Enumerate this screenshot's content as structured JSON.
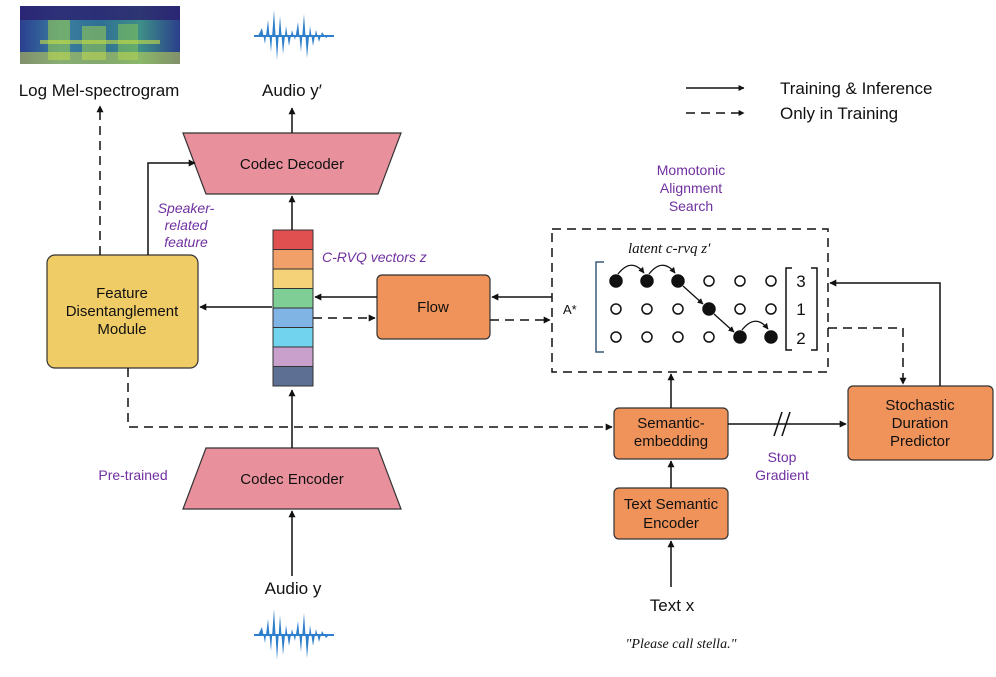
{
  "labels": {
    "log_mel": "Log Mel-spectrogram",
    "audio_out": "Audio  y′",
    "audio_in": "Audio  y",
    "text_x": "Text x",
    "sample_text": "\"Please call stella.\"",
    "pretrained": "Pre-trained",
    "speaker_feature": [
      "Speaker-",
      "related",
      "feature"
    ],
    "crvq_vectors": "C-RVQ vectors z",
    "mas_title": [
      "Momotonic",
      "Alignment",
      "Search"
    ],
    "latent_z": "latent  c-rvq z′",
    "a_star": "A*",
    "stop_gradient": [
      "Stop",
      "Gradient"
    ]
  },
  "boxes": {
    "codec_decoder": "Codec Decoder",
    "codec_encoder": "Codec Encoder",
    "feature_module": [
      "Feature",
      "Disentanglement",
      "Module"
    ],
    "flow": "Flow",
    "semantic_embedding": [
      "Semantic-",
      "embedding"
    ],
    "text_semantic_encoder": [
      "Text Semantic",
      "Encoder"
    ],
    "duration_predictor": [
      "Stochastic",
      "Duration",
      "Predictor"
    ]
  },
  "legend": {
    "solid": "Training & Inference",
    "dashed": "Only in Training"
  },
  "durations": [
    "3",
    "1",
    "2"
  ],
  "colors": {
    "codec": "#e8919c",
    "feature_module": "#f0cc66",
    "process": "#f0935a",
    "label_purple": "#7030a0",
    "vector_stack": [
      "#e05050",
      "#f2a06a",
      "#f5d178",
      "#7fce96",
      "#7fb4e4",
      "#72d3ef",
      "#c9a0cc",
      "#5d6f92"
    ]
  }
}
